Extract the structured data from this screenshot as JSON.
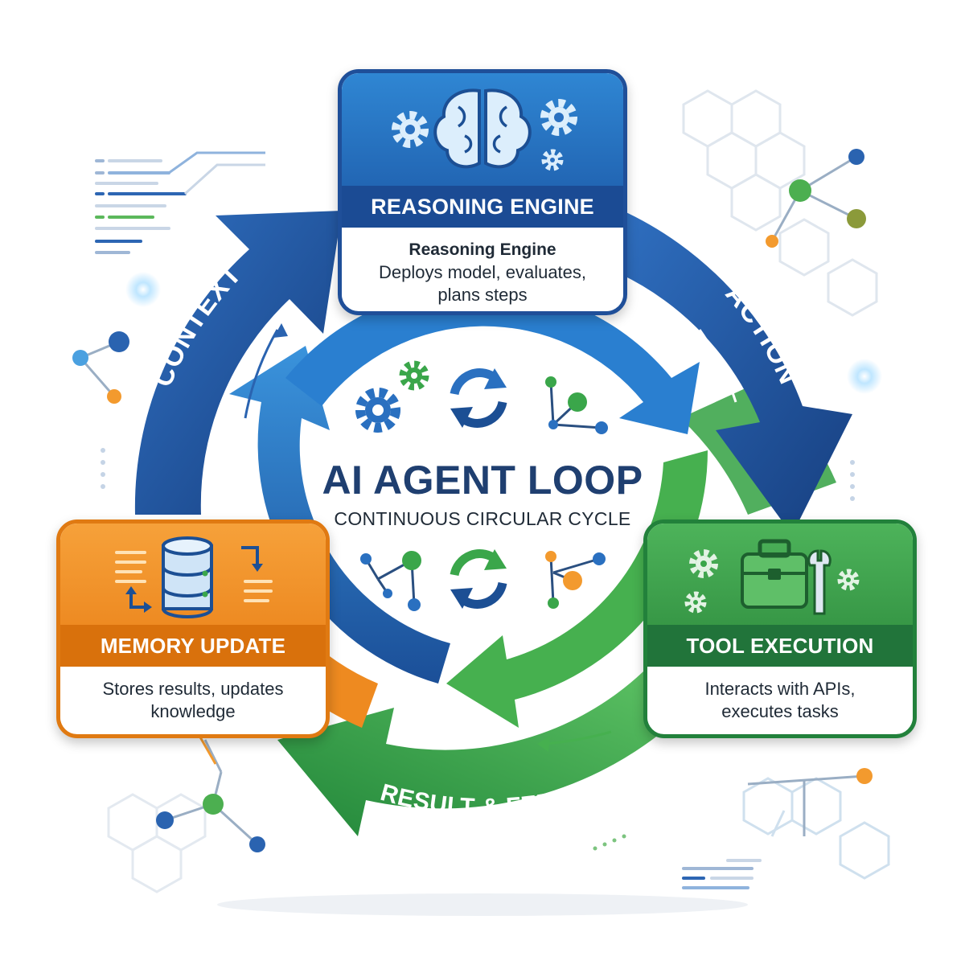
{
  "center": {
    "title": "AI AGENT LOOP",
    "subtitle": "CONTINUOUS CIRCULAR CYCLE"
  },
  "arrows": {
    "context": "CONTEXT",
    "action": "ACTION",
    "feedback": "RESULT & FEEDBACK"
  },
  "nodes": {
    "reasoning": {
      "title": "REASONING ENGINE",
      "subtitle": "Reasoning Engine",
      "description_line1": "Deploys model, evaluates,",
      "description_line2": "plans steps",
      "icon": "brain-icon",
      "color": "#1f5fae"
    },
    "tool": {
      "title": "TOOL EXECUTION",
      "description_line1": "Interacts with APIs,",
      "description_line2": "executes tasks",
      "icon": "toolbox-icon",
      "color": "#2e8c3e"
    },
    "memory": {
      "title": "MEMORY UPDATE",
      "description_line1": "Stores results, updates",
      "description_line2": "knowledge",
      "icon": "database-icon",
      "color": "#ea8118"
    }
  },
  "colors": {
    "blue_dark": "#1c4f94",
    "blue_light": "#2f86d3",
    "green": "#3aa64a",
    "orange": "#ee8a20",
    "accent_orange": "#f39a2e"
  }
}
